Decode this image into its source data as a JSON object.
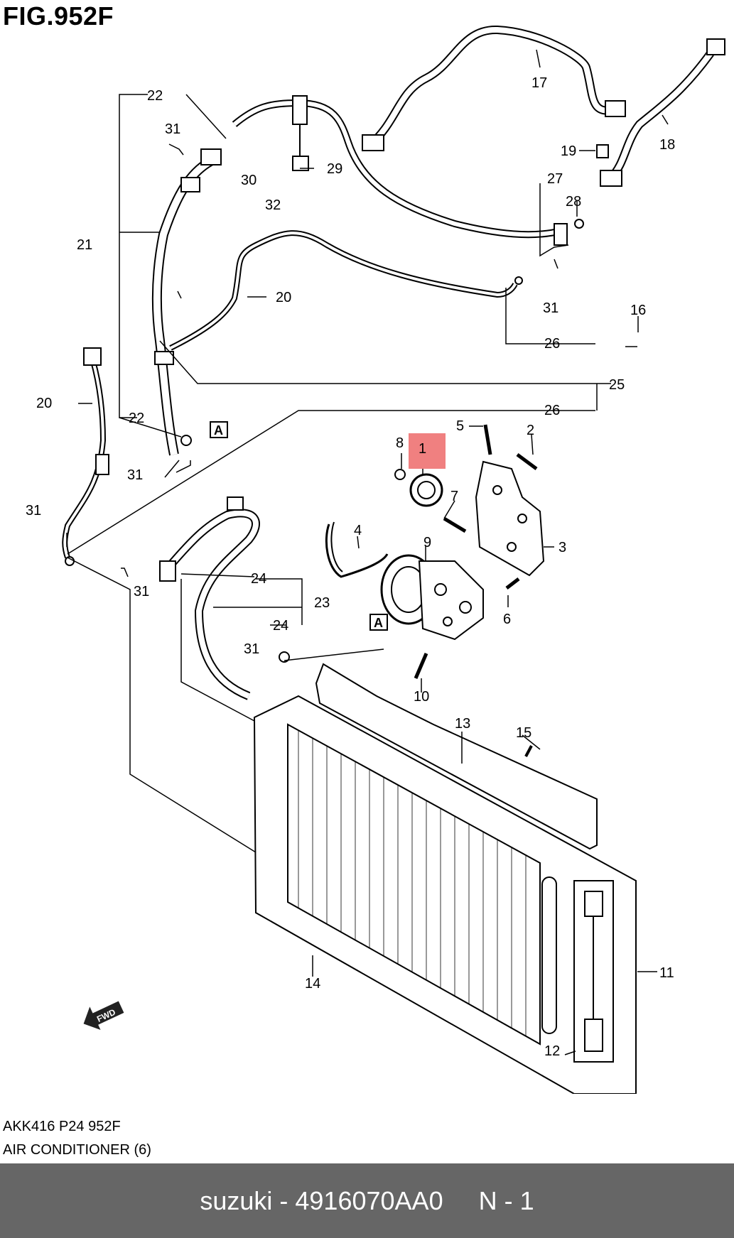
{
  "figure": {
    "title": "FIG.952F"
  },
  "callouts": [
    {
      "id": "c1",
      "label": "1",
      "highlighted": true
    },
    {
      "id": "c2",
      "label": "2"
    },
    {
      "id": "c3",
      "label": "3"
    },
    {
      "id": "c4",
      "label": "4"
    },
    {
      "id": "c5",
      "label": "5"
    },
    {
      "id": "c6",
      "label": "6"
    },
    {
      "id": "c7",
      "label": "7"
    },
    {
      "id": "c8",
      "label": "8"
    },
    {
      "id": "c9",
      "label": "9"
    },
    {
      "id": "c10",
      "label": "10"
    },
    {
      "id": "c11",
      "label": "11"
    },
    {
      "id": "c12",
      "label": "12"
    },
    {
      "id": "c13",
      "label": "13"
    },
    {
      "id": "c14",
      "label": "14"
    },
    {
      "id": "c15",
      "label": "15"
    },
    {
      "id": "c16",
      "label": "16"
    },
    {
      "id": "c17",
      "label": "17"
    },
    {
      "id": "c18",
      "label": "18"
    },
    {
      "id": "c19",
      "label": "19"
    },
    {
      "id": "c20a",
      "label": "20"
    },
    {
      "id": "c20b",
      "label": "20"
    },
    {
      "id": "c21",
      "label": "21"
    },
    {
      "id": "c22a",
      "label": "22"
    },
    {
      "id": "c22b",
      "label": "22"
    },
    {
      "id": "c23",
      "label": "23"
    },
    {
      "id": "c24a",
      "label": "24"
    },
    {
      "id": "c24b",
      "label": "24"
    },
    {
      "id": "c25",
      "label": "25"
    },
    {
      "id": "c26a",
      "label": "26"
    },
    {
      "id": "c26b",
      "label": "26"
    },
    {
      "id": "c27",
      "label": "27"
    },
    {
      "id": "c28",
      "label": "28"
    },
    {
      "id": "c29",
      "label": "29"
    },
    {
      "id": "c30",
      "label": "30"
    },
    {
      "id": "c31a",
      "label": "31"
    },
    {
      "id": "c31b",
      "label": "31"
    },
    {
      "id": "c31c",
      "label": "31"
    },
    {
      "id": "c31d",
      "label": "31"
    },
    {
      "id": "c31e",
      "label": "31"
    },
    {
      "id": "c31f",
      "label": "31"
    },
    {
      "id": "c32",
      "label": "32"
    }
  ],
  "ref_boxes": [
    {
      "id": "ra",
      "label": "A"
    },
    {
      "id": "rb",
      "label": "A"
    }
  ],
  "fwd_arrow": "FWD",
  "caption": {
    "code": "AKK416 P24 952F",
    "name": "AIR CONDITIONER (6)"
  },
  "footer": {
    "brand_part": "suzuki - 4916070AA0",
    "qty": "N - 1"
  },
  "colors": {
    "highlight": "#f08080",
    "footer_bg": "#666666",
    "footer_text": "#ffffff"
  },
  "icons": [
    "fwd-arrow-icon"
  ]
}
